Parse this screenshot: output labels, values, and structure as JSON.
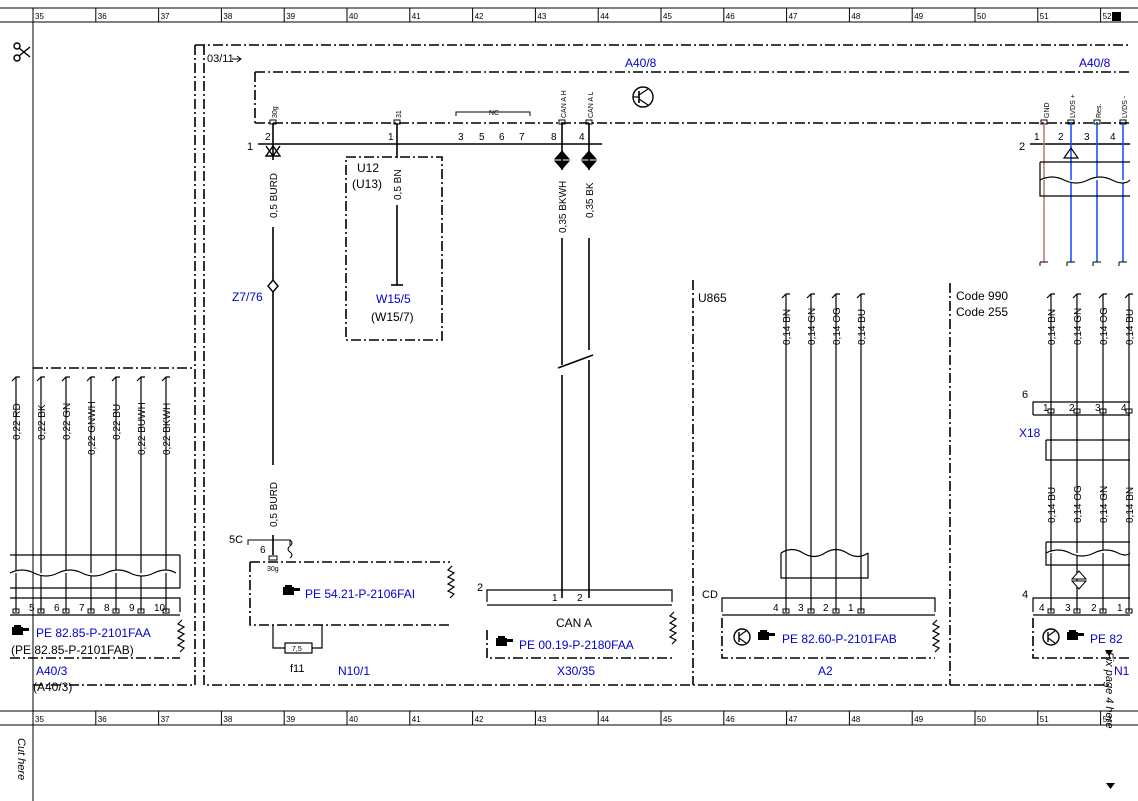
{
  "ruler": {
    "columns": [
      "35",
      "36",
      "37",
      "38",
      "39",
      "40",
      "41",
      "42",
      "43",
      "44",
      "45",
      "46",
      "47",
      "48",
      "49",
      "50",
      "51",
      "52"
    ]
  },
  "margin": {
    "cut_text": "Cut here",
    "fix_text": "Fix page 4 here"
  },
  "header": {
    "date_ref": "03/11",
    "component_left": "A40/8",
    "component_right": "A40/8"
  },
  "connector_a40_8": {
    "pins": [
      "2",
      "1",
      "3",
      "5",
      "6",
      "7",
      "8",
      "4",
      "1",
      "2",
      "3",
      "4"
    ],
    "signals": [
      "30g",
      "31",
      "NC",
      "CAN A H",
      "CAN A L",
      "GND",
      "LVDS +",
      "Res.",
      "LVDS -"
    ],
    "point_labels": [
      "1",
      "2"
    ]
  },
  "wires": {
    "burd_top": "0,5 BURD",
    "bn_u12": "0,5 BN",
    "can_bkwh": "0,35 BKWH",
    "can_bk": "0,35 BK",
    "burd_bottom": "0,5 BURD",
    "left_group": [
      "0,22 RD",
      "0,22 BK",
      "0,22 GN",
      "0,22 GNWH",
      "0,22 BU",
      "0,22 BUWH",
      "0,22 BKWH"
    ],
    "u865_group": [
      "0,14 BN",
      "0,14 GN",
      "0,14 OG",
      "0,14 BU"
    ],
    "code_group_top": [
      "0,14 BN",
      "0,14 GN",
      "0,14 OG",
      "0,14 BU"
    ],
    "code_group_bottom": [
      "0,14 BU",
      "0,14 OG",
      "0,14 GN",
      "0,14 BN"
    ]
  },
  "u12_box": {
    "line1": "U12",
    "line2": "(U13)",
    "ref": "W15/5",
    "ref_alt": "(W15/7)"
  },
  "splice": {
    "label": "Z7/76"
  },
  "n10_1": {
    "section": "5C",
    "pin": "6",
    "signal": "30g",
    "ref_text": "PE 54.21-P-2106FAI",
    "fuse_value": "7,5",
    "fuse_name": "f11",
    "component": "N10/1"
  },
  "x30_35": {
    "section": "2",
    "pins": [
      "1",
      "2"
    ],
    "label": "CAN A",
    "ref_text": "PE 00.19-P-2180FAA",
    "component": "X30/35"
  },
  "a2": {
    "section_label": "U865",
    "section": "CD",
    "pins": [
      "4",
      "3",
      "2",
      "1"
    ],
    "ref_text": "PE 82.60-P-2101FAB",
    "component": "A2"
  },
  "code_box": {
    "line1": "Code 990",
    "line2": "Code 255",
    "conn_section": "6",
    "conn_pins": [
      "1",
      "2",
      "3",
      "4"
    ],
    "conn_name": "X18",
    "bottom_section": "4",
    "bottom_pins": [
      "4",
      "3",
      "2",
      "1"
    ],
    "ref_text": "PE 82",
    "component": "N1"
  },
  "a40_3": {
    "pins": [
      "5",
      "6",
      "7",
      "8",
      "9",
      "10"
    ],
    "ref_text": "PE 82.85-P-2101FAA",
    "ref_text_alt": "(PE 82.85-P-2101FAB)",
    "component": "A40/3",
    "component_alt": "(A40/3)"
  },
  "colors": {
    "ref_blue": "#0000d0",
    "wire_brown": "#c08060",
    "wire_blue": "#2050ff",
    "line": "#000000"
  }
}
